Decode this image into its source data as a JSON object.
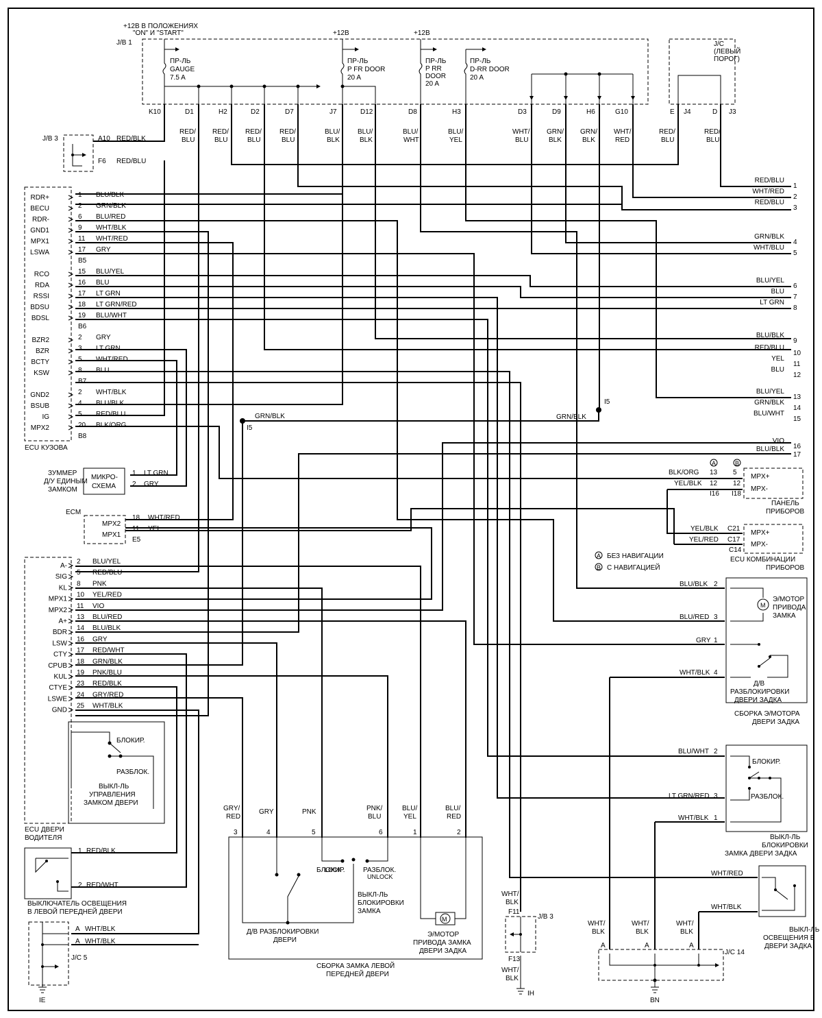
{
  "jb1": {
    "label": "J/B 1",
    "ignition_supply": [
      "+12В В ПОЛОЖЕНИЯХ",
      "\"ON\" И \"START\""
    ],
    "supply_2": "+12В",
    "supply_3": "+12В",
    "fuses": [
      {
        "lines": [
          "ПР-ЛЬ",
          "GAUGE",
          "7.5 A"
        ]
      },
      {
        "lines": [
          "ПР-ЛЬ",
          "P FR DOOR",
          "20 A"
        ]
      },
      {
        "lines": [
          "ПР-ЛЬ",
          "P RR",
          "DOOR",
          "20 A"
        ]
      },
      {
        "lines": [
          "ПР-ЛЬ",
          "D-RR DOOR",
          "20 A"
        ]
      }
    ],
    "pins": [
      "K10",
      "D1",
      "H2",
      "D2",
      "D7",
      "J7",
      "D12",
      "D8",
      "H3",
      "D3",
      "D9",
      "H6",
      "G10"
    ]
  },
  "jc_left_sill": {
    "lines": [
      "J/C",
      "(ЛЕВЫЙ",
      "ПОРОГ)"
    ],
    "pins": [
      "E",
      "J4",
      "D",
      "J3"
    ]
  },
  "top_wire_colors": [
    [
      "RED/",
      "BLU"
    ],
    [
      "RED/",
      "BLU"
    ],
    [
      "RED/",
      "BLU"
    ],
    [
      "RED/",
      "BLU"
    ],
    [
      "BLU/",
      "BLK"
    ],
    [
      "BLU/",
      "BLK"
    ],
    [
      "BLU/",
      "WHT"
    ],
    [
      "BLU/",
      "YEL"
    ],
    [
      "WHT/",
      "BLU"
    ],
    [
      "GRN/",
      "BLK"
    ],
    [
      "GRN/",
      "BLK"
    ],
    [
      "WHT/",
      "RED"
    ],
    [
      "RED/",
      "BLU"
    ],
    [
      "RED/",
      "BLU"
    ]
  ],
  "jb3_top": {
    "label": "J/B 3",
    "pins": [
      "A10",
      "F6"
    ],
    "wires": [
      "RED/BLK",
      "RED/BLU"
    ]
  },
  "ecu_body": {
    "label": "ECU КУЗОВА",
    "groups": [
      {
        "connector": "B5",
        "rows": [
          {
            "sig": "RDR+",
            "pin": "1",
            "wire": "BLU/BLK"
          },
          {
            "sig": "BECU",
            "pin": "2",
            "wire": "GRN/BLK"
          },
          {
            "sig": "RDR-",
            "pin": "6",
            "wire": "BLU/RED"
          },
          {
            "sig": "GND1",
            "pin": "9",
            "wire": "WHT/BLK"
          },
          {
            "sig": "MPX1",
            "pin": "11",
            "wire": "WHT/RED"
          },
          {
            "sig": "LSWA",
            "pin": "17",
            "wire": "GRY"
          }
        ]
      },
      {
        "connector": "B6",
        "rows": [
          {
            "sig": "RCO",
            "pin": "15",
            "wire": "BLU/YEL"
          },
          {
            "sig": "RDA",
            "pin": "16",
            "wire": "BLU"
          },
          {
            "sig": "RSSI",
            "pin": "17",
            "wire": "LT GRN"
          },
          {
            "sig": "BDSU",
            "pin": "18",
            "wire": "LT GRN/RED"
          },
          {
            "sig": "BDSL",
            "pin": "19",
            "wire": "BLU/WHT"
          }
        ]
      },
      {
        "connector": "B7",
        "rows": [
          {
            "sig": "BZR2",
            "pin": "2",
            "wire": "GRY"
          },
          {
            "sig": "BZR",
            "pin": "3",
            "wire": "LT GRN"
          },
          {
            "sig": "BCTY",
            "pin": "5",
            "wire": "WHT/RED"
          },
          {
            "sig": "KSW",
            "pin": "8",
            "wire": "BLU"
          }
        ]
      },
      {
        "connector": "B8",
        "rows": [
          {
            "sig": "GND2",
            "pin": "2",
            "wire": "WHT/BLK"
          },
          {
            "sig": "BSUB",
            "pin": "4",
            "wire": "BLU/BLK"
          },
          {
            "sig": "IG",
            "pin": "5",
            "wire": "RED/BLU"
          },
          {
            "sig": "MPX2",
            "pin": "20",
            "wire": "BLK/ORG"
          }
        ]
      }
    ]
  },
  "splice_left": {
    "wire": "GRN/BLK",
    "label": "I5"
  },
  "splice_right": {
    "wire": "GRN/BLK",
    "label": "I5"
  },
  "right_outputs": [
    {
      "wire": "RED/BLU",
      "num": "1"
    },
    {
      "wire": "WHT/RED",
      "num": "2"
    },
    {
      "wire": "RED/BLU",
      "num": "3"
    },
    {
      "wire": "GRN/BLK",
      "num": "4"
    },
    {
      "wire": "WHT/BLU",
      "num": "5"
    },
    {
      "wire": "BLU/YEL",
      "num": "6"
    },
    {
      "wire": "BLU",
      "num": "7"
    },
    {
      "wire": "LT GRN",
      "num": "8"
    },
    {
      "wire": "BLU/BLK",
      "num": "9"
    },
    {
      "wire": "RED/BLU",
      "num": "10"
    },
    {
      "wire": "YEL",
      "num": "11"
    },
    {
      "wire": "BLU",
      "num": "12"
    },
    {
      "wire": "BLU/YEL",
      "num": "13"
    },
    {
      "wire": "GRN/BLK",
      "num": "14"
    },
    {
      "wire": "BLU/WHT",
      "num": "15"
    },
    {
      "wire": "VIO",
      "num": "16"
    },
    {
      "wire": "BLU/BLK",
      "num": "17"
    }
  ],
  "buzzer": {
    "label_lines": [
      "ЗУММЕР",
      "Д/У ЕДИНЫМ",
      "ЗАМКОМ"
    ],
    "chip_lines": [
      "МИКРО-",
      "СХЕМА"
    ],
    "rows": [
      {
        "pin": "1",
        "wire": "LT GRN"
      },
      {
        "pin": "2",
        "wire": "GRY"
      }
    ]
  },
  "ecm": {
    "label": "ECM",
    "connector": "E5",
    "rows": [
      {
        "sig": "MPX2",
        "pin": "18",
        "wire": "WHT/RED"
      },
      {
        "sig": "MPX1",
        "pin": "11",
        "wire": "YEL"
      }
    ]
  },
  "instrument_panel": {
    "col_a": "A",
    "col_b": "B",
    "rows": [
      {
        "wire": "BLK/ORG",
        "a": "13",
        "b": "5",
        "sig": "MPX+"
      },
      {
        "wire": "YEL/BLK",
        "a": "12",
        "b": "12",
        "sig": "MPX-"
      }
    ],
    "conn_a": "I16",
    "conn_b": "I18",
    "label_lines": [
      "ПАНЕЛЬ",
      "ПРИБОРОВ"
    ]
  },
  "combo_meter": {
    "rows": [
      {
        "wire": "YEL/BLK",
        "pin": "C21",
        "sig": "MPX+"
      },
      {
        "wire": "YEL/RED",
        "pin": "C17",
        "sig": "MPX-"
      }
    ],
    "conn": "C14",
    "label_lines": [
      "ECU  КОМБИНАЦИИ",
      "ПРИБОРОВ"
    ]
  },
  "legend": {
    "a": "БЕЗ НАВИГАЦИИ",
    "b": "С НАВИГАЦИЕЙ"
  },
  "ecu_driver_door": {
    "label_lines": [
      "ECU  ДВЕРИ",
      "ВОДИТЕЛЯ"
    ],
    "rows": [
      {
        "sig": "A-",
        "pin": "2",
        "wire": "BLU/YEL"
      },
      {
        "sig": "SIG",
        "pin": "5",
        "wire": "RED/BLU"
      },
      {
        "sig": "KL",
        "pin": "8",
        "wire": "PNK"
      },
      {
        "sig": "MPX1",
        "pin": "10",
        "wire": "YEL/RED"
      },
      {
        "sig": "MPX2",
        "pin": "11",
        "wire": "VIO"
      },
      {
        "sig": "A+",
        "pin": "13",
        "wire": "BLU/RED"
      },
      {
        "sig": "BDR",
        "pin": "14",
        "wire": "BLU/BLK"
      },
      {
        "sig": "LSW",
        "pin": "16",
        "wire": "GRY"
      },
      {
        "sig": "CTY",
        "pin": "17",
        "wire": "RED/WHT"
      },
      {
        "sig": "CPUB",
        "pin": "18",
        "wire": "GRN/BLK"
      },
      {
        "sig": "KUL",
        "pin": "19",
        "wire": "PNK/BLU"
      },
      {
        "sig": "CTYE",
        "pin": "23",
        "wire": "RED/BLK"
      },
      {
        "sig": "LSWE",
        "pin": "24",
        "wire": "GRY/RED"
      },
      {
        "sig": "GND",
        "pin": "25",
        "wire": "WHT/BLK"
      }
    ],
    "switch_lock": "БЛОКИР.",
    "switch_unlock": "РАЗБЛОК.",
    "switch_label_lines": [
      "ВЫКЛ-ЛЬ",
      "УПРАВЛЕНИЯ",
      "ЗАМКОМ ДВЕРИ"
    ]
  },
  "rear_door_motor": {
    "rows": [
      {
        "wire": "BLU/BLK",
        "pin": "2"
      },
      {
        "wire": "BLU/RED",
        "pin": "3"
      },
      {
        "wire": "GRY",
        "pin": "1"
      },
      {
        "wire": "WHT/BLK",
        "pin": "4"
      }
    ],
    "motor_lines": [
      "Э/МОТОР",
      "ПРИВОДА",
      "ЗАМКА"
    ],
    "sensor_lines": [
      "Д/В",
      "РАЗБЛОКИРОВКИ",
      "ДВЕРИ ЗАДКА"
    ],
    "assembly_lines": [
      "СБОРКА Э/МОТОРА",
      "ДВЕРИ ЗАДКА"
    ]
  },
  "rear_lock_switch": {
    "rows": [
      {
        "wire": "BLU/WHT",
        "pin": "2"
      },
      {
        "wire": "LT GRN/RED",
        "pin": "3"
      },
      {
        "wire": "WHT/BLK",
        "pin": "1"
      }
    ],
    "lock": "БЛОКИР.",
    "unlock": "РАЗБЛОК.",
    "label_lines": [
      "ВЫКЛ-ЛЬ",
      "БЛОКИРОВКИ",
      "ЗАМКА ДВЕРИ ЗАДКА"
    ]
  },
  "rear_light_switch": {
    "rows": [
      {
        "wire": "WHT/RED"
      },
      {
        "wire": "WHT/BLK"
      }
    ],
    "label_lines": [
      "ВЫКЛ-ЛЬ",
      "ОСВЕЩЕНИЯ В",
      "ДВЕРИ ЗАДКА"
    ]
  },
  "front_light_switch": {
    "rows": [
      {
        "pin": "1",
        "wire": "RED/BLK"
      },
      {
        "pin": "2",
        "wire": "RED/WHT"
      }
    ],
    "label_lines": [
      "ВЫКЛЮЧАТЕЛЬ ОСВЕЩЕНИЯ",
      "В ЛЕВОЙ ПЕРЕДНЕЙ ДВЕРИ"
    ]
  },
  "jc5": {
    "label": "J/C 5",
    "rows": [
      {
        "pin": "A",
        "wire": "WHT/BLK"
      },
      {
        "pin": "A",
        "wire": "WHT/BLK"
      }
    ],
    "ground": "IE"
  },
  "front_lock_assembly": {
    "wires": [
      [
        "GRY/",
        "RED"
      ],
      [
        "GRY"
      ],
      [
        "PNK"
      ],
      [
        "PNK/",
        "BLU"
      ],
      [
        "BLU/",
        "YEL"
      ],
      [
        "BLU/",
        "RED"
      ]
    ],
    "pins": [
      "3",
      "4",
      "5",
      "6",
      "1",
      "2"
    ],
    "lock": "БЛОКИР.",
    "lock_en": "LOCK",
    "unlock": "РАЗБЛОК.",
    "unlock_en": "UNLOCK",
    "switch_lines": [
      "ВЫКЛ-ЛЬ",
      "БЛОКИРОВКИ",
      "ЗАМКА"
    ],
    "sensor_lines": [
      "Д/В РАЗБЛОКИРОВКИ",
      "ДВЕРИ"
    ],
    "motor_lines": [
      "Э/МОТОР",
      "ПРИВОДА ЗАМКА",
      "ДВЕРИ ЗАДКА"
    ],
    "assembly_lines": [
      "СБОРКА ЗАМКА ЛЕВОЙ",
      "ПЕРЕДНЕЙ ДВЕРИ"
    ]
  },
  "jb3_bottom": {
    "label": "J/B 3",
    "pins": [
      "F11",
      "F13"
    ],
    "wire_top": [
      "WHT/",
      "BLK"
    ],
    "wire_bottom": [
      "WHT/",
      "BLK"
    ],
    "ground": "IH"
  },
  "jc14": {
    "label": "J/C 14",
    "pins": [
      "A",
      "A",
      "A"
    ],
    "wires": [
      [
        "WHT/",
        "BLK"
      ],
      [
        "WHT/",
        "BLK"
      ],
      [
        "WHT/",
        "BLK"
      ]
    ],
    "ground": "BN"
  }
}
